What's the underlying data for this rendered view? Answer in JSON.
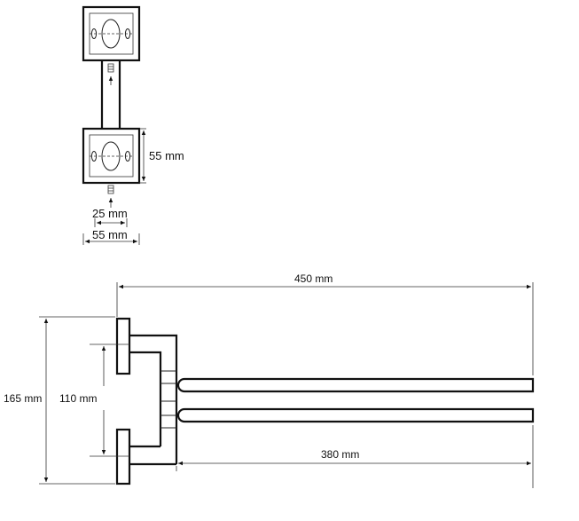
{
  "dimensions": {
    "top_view_height": "55 mm",
    "top_view_inner_width": "25 mm",
    "top_view_outer_width": "55 mm",
    "overall_length": "450 mm",
    "bar_length": "380 mm",
    "overall_height": "165 mm",
    "bar_spacing": "110 mm"
  }
}
